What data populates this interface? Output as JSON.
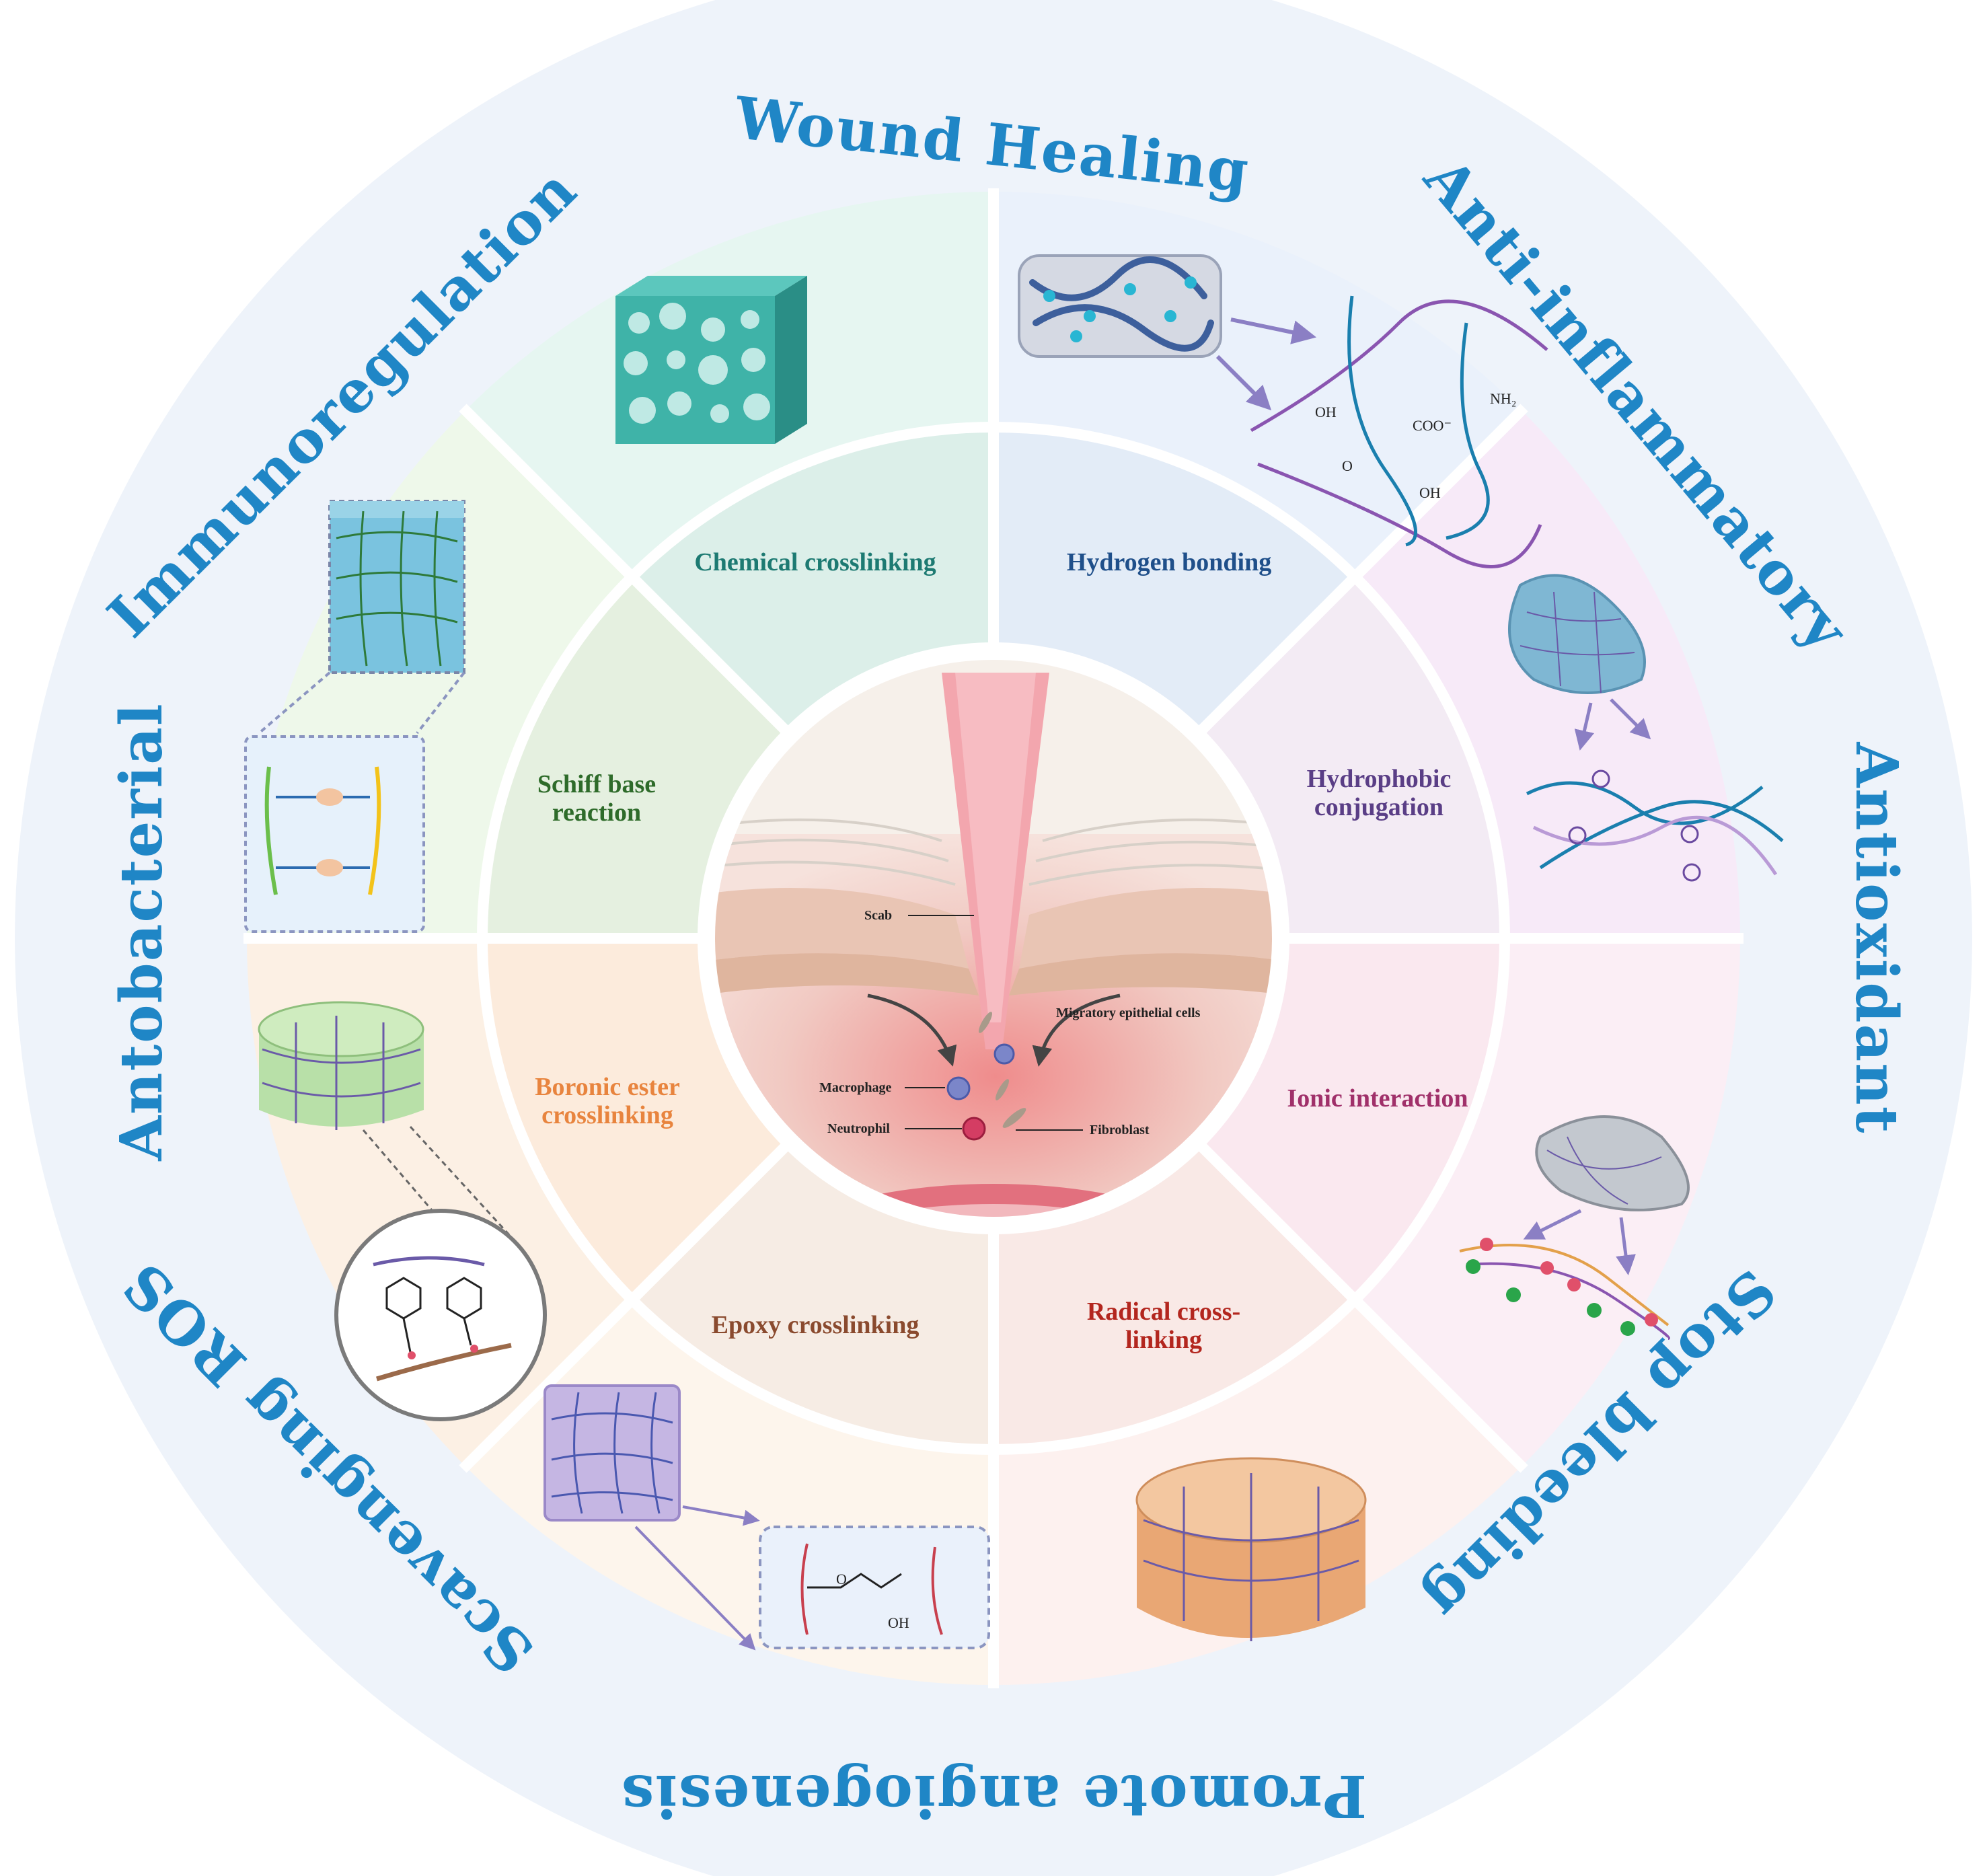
{
  "outer_labels": {
    "top": "Wound Healing",
    "top_right": "Anti-inflammatory",
    "right": "Antioxidant",
    "bottom_right": "Stop bleeding",
    "bottom": "Promote angiogenesis",
    "bottom_left": "Scavenging ROS",
    "left": "Antobacterial",
    "top_left": "Immunoregulation"
  },
  "mechanisms": {
    "chemical": "Chemical crosslinking",
    "hydrogen": "Hydrogen bonding",
    "hydrophobic_1": "Hydrophobic",
    "hydrophobic_2": "conjugation",
    "ionic": "Ionic interaction",
    "radical_1": "Radical cross-",
    "radical_2": "linking",
    "epoxy": "Epoxy crosslinking",
    "boronic_1": "Boronic ester",
    "boronic_2": "crosslinking",
    "schiff_1": "Schiff base",
    "schiff_2": "reaction"
  },
  "center_labels": {
    "scab": "Scab",
    "migratory": "Migratory epithelial cells",
    "macrophage": "Macrophage",
    "neutrophil": "Neutrophil",
    "fibroblast": "Fibroblast"
  },
  "chem_labels": {
    "oh": "OH",
    "o": "O",
    "coo": "COO⁻",
    "nh2": "NH₂"
  },
  "colors": {
    "outer_ring": "#eef3fa",
    "outer_label": "#1f86c6",
    "chemical": "#1d7a72",
    "hydrogen": "#1f4f8a",
    "hydrophobic": "#5a3e86",
    "ionic": "#a0306a",
    "radical": "#b3261e",
    "epoxy": "#8a4a2e",
    "boronic": "#e8843e",
    "schiff": "#2e6b2a"
  },
  "icons": [
    "porous-scaffold-cube-icon",
    "hydrogel-block-icon",
    "polymer-network-icon",
    "hydrogel-droplet-icon",
    "ionic-chain-icon",
    "hydrogel-cylinder-icon",
    "epoxy-cube-icon",
    "boronic-ester-zoom-icon",
    "schiff-base-cube-icon",
    "wound-cross-section-icon"
  ]
}
